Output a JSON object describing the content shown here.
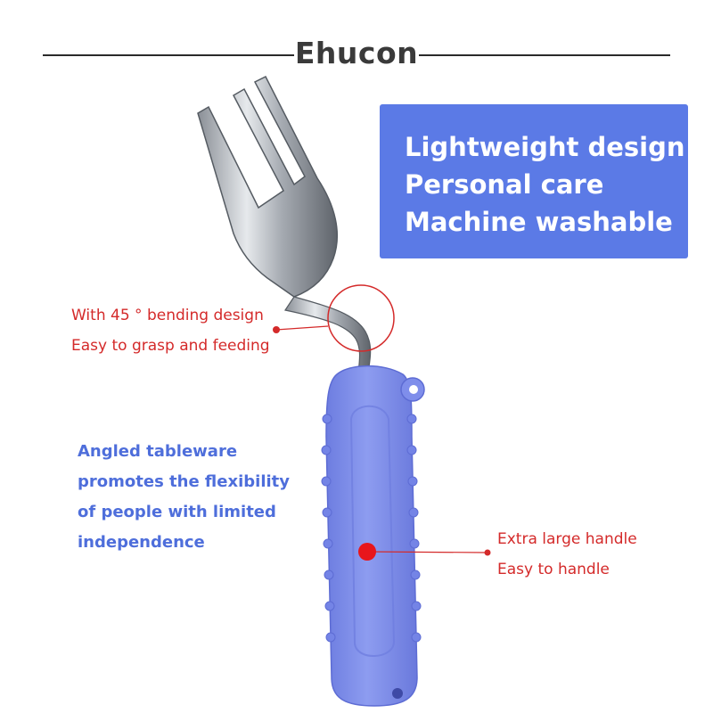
{
  "header": {
    "brand": "Ehucon"
  },
  "feature_box": {
    "lines": [
      "Lightweight design",
      "Personal care",
      "Machine washable"
    ],
    "color": "#5b7ae6"
  },
  "callouts": {
    "bend": {
      "line1": "With 45 ° bending design",
      "line2": "Easy to grasp and feeding"
    },
    "handle": {
      "line1": "Extra large handle",
      "line2": "Easy to handle"
    },
    "color": "#d42a2a"
  },
  "info": {
    "lines": [
      "Angled tableware",
      "promotes the flexibility",
      "of people with limited",
      "independence"
    ],
    "color": "#4e6edb"
  },
  "product": {
    "handle_color": "#7f8eeb",
    "icons": [
      "fork-icon",
      "handle-icon"
    ]
  }
}
